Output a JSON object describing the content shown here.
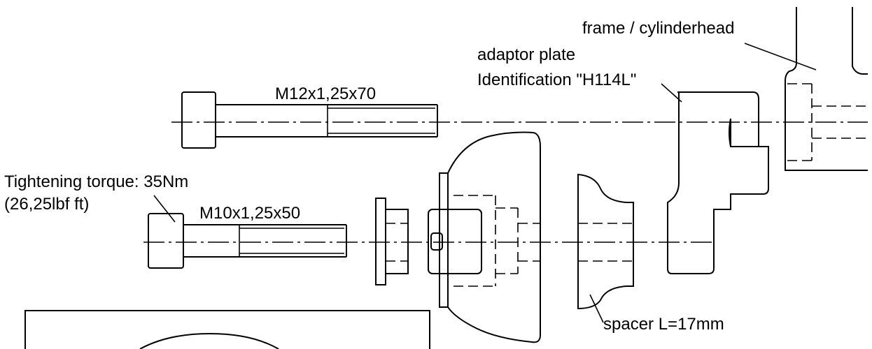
{
  "labels": {
    "frame": "frame / cylinderhead",
    "adaptor_line1": "adaptor plate",
    "adaptor_line2": "Identification \"H114L\"",
    "bolt_upper": "M12x1,25x70",
    "torque_line1": "Tightening torque: 35Nm",
    "torque_line2": "(26,25lbf ft)",
    "bolt_lower": "M10x1,25x50",
    "spacer": "spacer L=17mm"
  }
}
